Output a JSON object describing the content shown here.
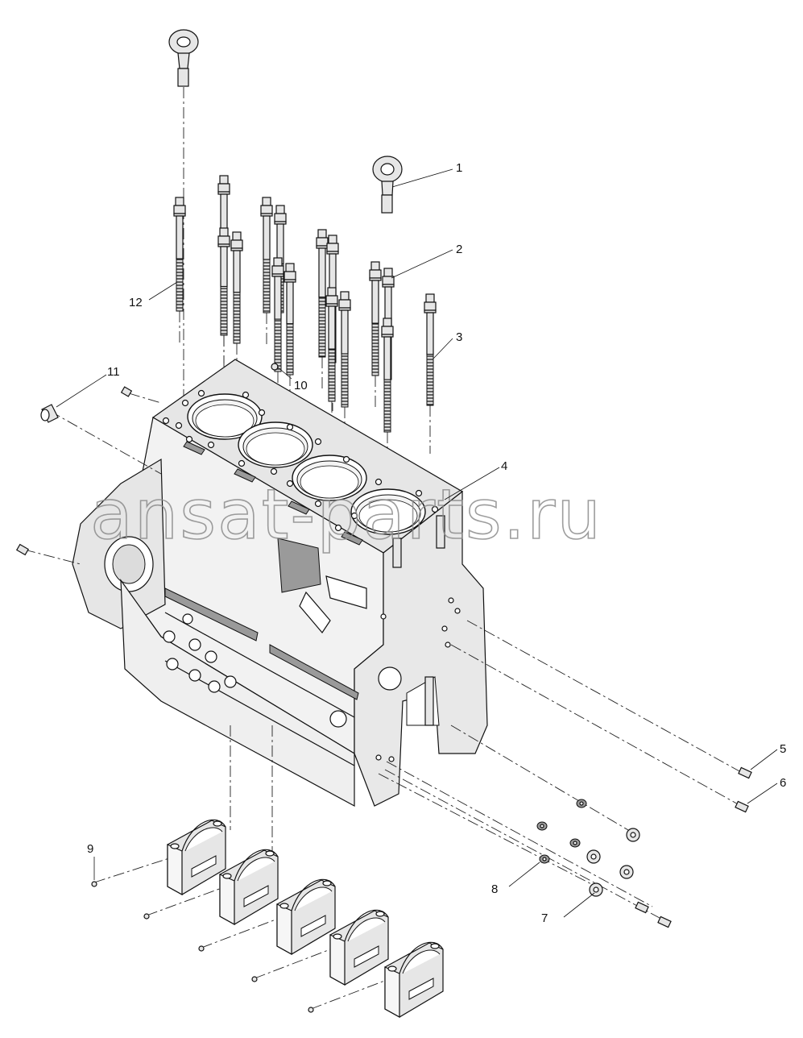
{
  "watermark": "ansat-parts.ru",
  "callouts": [
    {
      "id": "1",
      "text": "1"
    },
    {
      "id": "2",
      "text": "2"
    },
    {
      "id": "3",
      "text": "3"
    },
    {
      "id": "4",
      "text": "4"
    },
    {
      "id": "5",
      "text": "5"
    },
    {
      "id": "6",
      "text": "6"
    },
    {
      "id": "7",
      "text": "7"
    },
    {
      "id": "8",
      "text": "8"
    },
    {
      "id": "9",
      "text": "9"
    },
    {
      "id": "10",
      "text": "10"
    },
    {
      "id": "11",
      "text": "11"
    },
    {
      "id": "12",
      "text": "12"
    }
  ]
}
